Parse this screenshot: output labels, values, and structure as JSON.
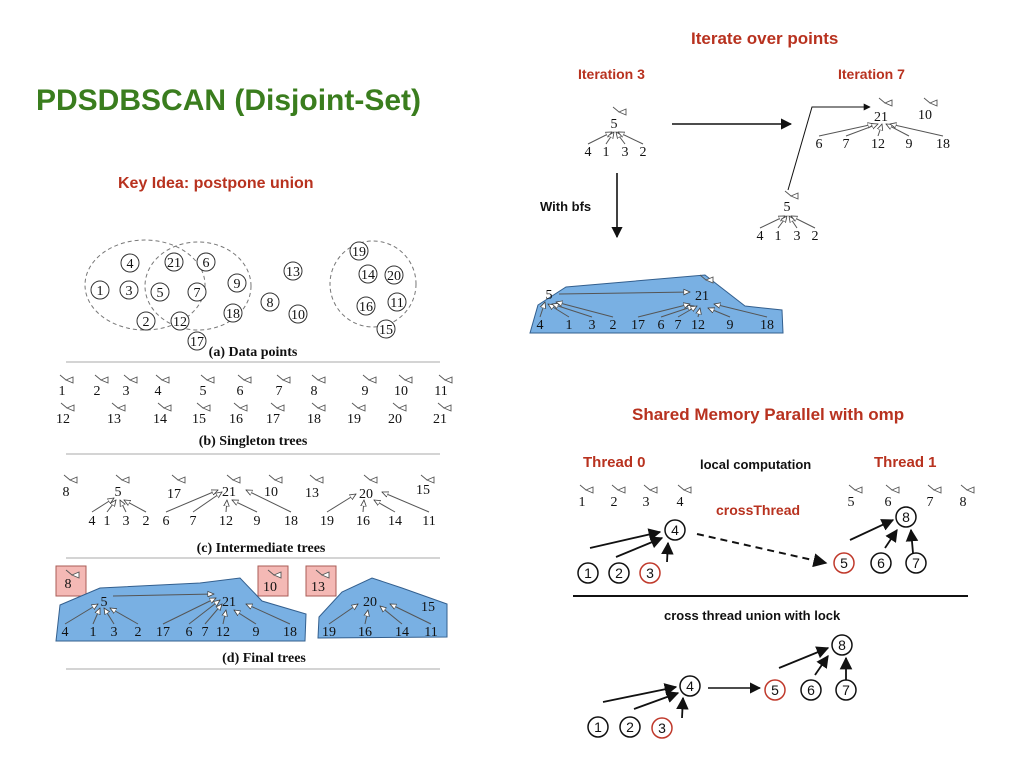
{
  "slide": {
    "title": "PDSDBSCAN (Disjoint-Set)",
    "key_idea": "Key Idea: postpone union",
    "iterate_heading": "Iterate over points",
    "iteration_3": "Iteration 3",
    "iteration_7": "Iteration 7",
    "with_bfs": "With bfs",
    "shared_memory_heading": "Shared Memory Parallel with omp",
    "thread_0": "Thread 0",
    "thread_1": "Thread 1",
    "local_computation": "local computation",
    "cross_thread": "crossThread",
    "cross_thread_union": "cross thread union with lock"
  },
  "figure": {
    "cap_a": "(a) Data points",
    "cap_b": "(b) Singleton trees",
    "cap_c": "(c) Intermediate trees",
    "cap_d": "(d) Final trees",
    "data_points": [
      "4",
      "21",
      "6",
      "1",
      "3",
      "5",
      "7",
      "9",
      "13",
      "2",
      "12",
      "18",
      "8",
      "10",
      "17",
      "19",
      "14",
      "20",
      "16",
      "11",
      "15"
    ],
    "singleton_row1": [
      "1",
      "2",
      "3",
      "4",
      "5",
      "6",
      "7",
      "8",
      "9",
      "10",
      "11"
    ],
    "singleton_row2": [
      "12",
      "13",
      "14",
      "15",
      "16",
      "17",
      "18",
      "19",
      "20",
      "21"
    ],
    "intermediate_roots": [
      "8",
      "5",
      "17",
      "21",
      "10",
      "13",
      "20",
      "15"
    ],
    "intermediate_children": [
      "4",
      "1",
      "3",
      "2",
      "6",
      "7",
      "12",
      "9",
      "18",
      "19",
      "16",
      "14",
      "11"
    ],
    "final_singletons": [
      "8",
      "10",
      "13"
    ],
    "final_roots": [
      "5",
      "21",
      "20",
      "15"
    ],
    "final_leaves": [
      "4",
      "1",
      "3",
      "2",
      "17",
      "6",
      "7",
      "12",
      "9",
      "18",
      "19",
      "16",
      "14",
      "11"
    ]
  },
  "iteration": {
    "it3_root": "5",
    "it3_children": [
      "4",
      "1",
      "3",
      "2"
    ],
    "it7_root": "21",
    "it7_extra_root": "10",
    "it7_children": [
      "6",
      "7",
      "12",
      "9",
      "18"
    ],
    "merged_root": "5",
    "merged_children": [
      "4",
      "1",
      "3",
      "2"
    ],
    "bfs_roots": [
      "5",
      "21"
    ],
    "bfs_leaves": [
      "4",
      "1",
      "3",
      "2",
      "17",
      "6",
      "7",
      "12",
      "9",
      "18"
    ]
  },
  "parallel": {
    "thread0_singletons": [
      "1",
      "2",
      "3",
      "4"
    ],
    "thread1_singletons": [
      "5",
      "6",
      "7",
      "8"
    ],
    "t0_nodes": [
      "1",
      "2",
      "3",
      "4"
    ],
    "t1_nodes": [
      "5",
      "6",
      "7",
      "8"
    ],
    "union_nodes": [
      "1",
      "2",
      "3",
      "4",
      "5",
      "6",
      "7",
      "8"
    ]
  },
  "colors": {
    "title_green": "#3a7d1e",
    "heading_red": "#b8321f",
    "tree_fill": "#79b0e3",
    "singleton_fill": "#f4b9b5"
  }
}
